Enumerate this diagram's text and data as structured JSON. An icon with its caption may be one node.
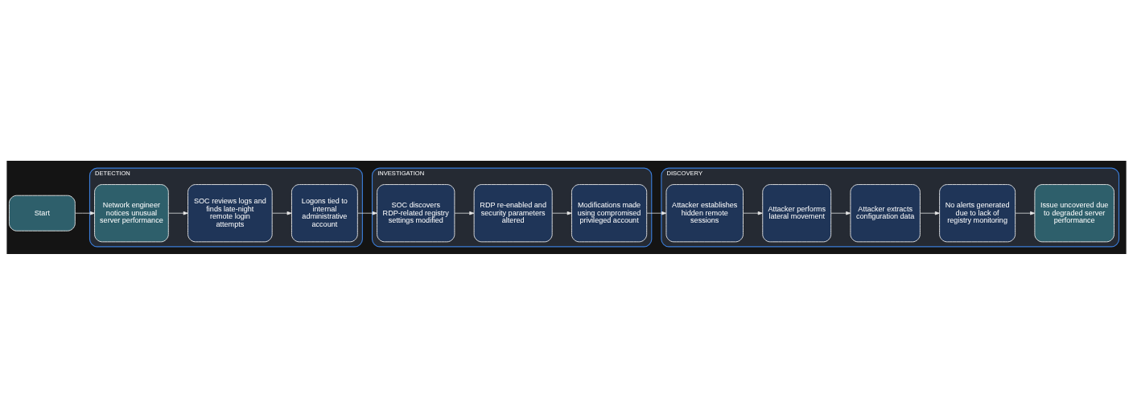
{
  "diagram": {
    "nodes": [
      {
        "text": [
          "Start"
        ]
      },
      {
        "text": [
          "DETECTION"
        ]
      },
      {
        "text": [
          "Network engineer notices unusual server performance"
        ],
        "in": 1
      },
      {
        "text": [
          "SOC reviews logs and finds late-night remote login attempts"
        ],
        "in": 1
      },
      {
        "text": [
          "Logons tied to internal administrative account"
        ],
        "in": 1
      },
      {
        "text": [
          "INVESTIGATION"
        ]
      },
      {
        "text": [
          "SOC discovers RDP-related registry settings modified"
        ],
        "in": 5
      },
      {
        "text": [
          "RDP re-enabled and security parameters altered"
        ],
        "in": 5
      },
      {
        "text": [
          "Modifications made using compromised privileged account"
        ],
        "in": 5
      },
      {
        "text": [
          "DISCOVERY"
        ]
      },
      {
        "text": [
          "Attacker establishes hidden remote sessions"
        ],
        "in": 9
      },
      {
        "text": [
          "Attacker performs lateral movement"
        ],
        "in": 9
      },
      {
        "text": [
          "Attacker extracts configuration data"
        ],
        "in": 9
      },
      {
        "text": [
          "No alerts generated due to lack of registry monitoring"
        ],
        "in": 9
      },
      {
        "text": [
          "Issue uncovered due to degraded server performance"
        ],
        "in": 9
      }
    ],
    "edges": [
      {
        "from": 0,
        "to": 2,
        "arrow": "to"
      },
      {
        "from": 2,
        "to": 3,
        "arrow": "to"
      },
      {
        "from": 3,
        "to": 4,
        "arrow": "to"
      },
      {
        "from": 4,
        "to": 6,
        "arrow": "to"
      },
      {
        "from": 6,
        "to": 7,
        "arrow": "to"
      },
      {
        "from": 7,
        "to": 8,
        "arrow": "to"
      },
      {
        "from": 8,
        "to": 10,
        "arrow": "to"
      },
      {
        "from": 10,
        "to": 11,
        "arrow": "to"
      },
      {
        "from": 11,
        "to": 12,
        "arrow": "to"
      },
      {
        "from": 12,
        "to": 13,
        "arrow": "to"
      },
      {
        "from": 13,
        "to": 14,
        "arrow": "to"
      }
    ]
  }
}
